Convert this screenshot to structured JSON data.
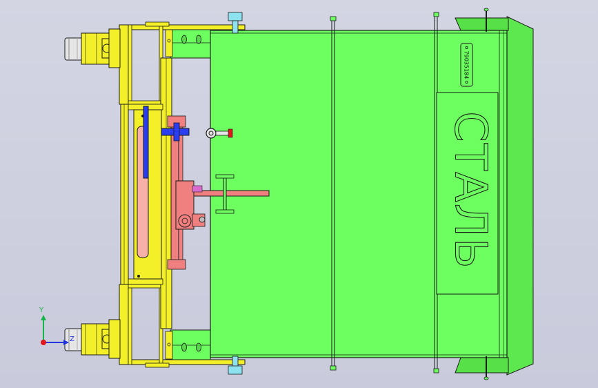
{
  "model": {
    "part_number": "79035184",
    "embossed_text": "СТАЛЬ"
  },
  "triad": {
    "y_label": "Y",
    "z_label": "Z"
  },
  "colors": {
    "background": "#cfd1e1",
    "body_green": "#6cff5f",
    "frame_yellow": "#f3f02a",
    "outline": "#1a1a1a",
    "mechanism_red": "#f07f7f",
    "plate_blue": "#2a3df0",
    "wheel_gray": "#e6e6e6",
    "fastener_cyan": "#8ee2ef",
    "triad_red": "#e0161b",
    "triad_green": "#16b54a",
    "triad_blue": "#2436e0"
  }
}
